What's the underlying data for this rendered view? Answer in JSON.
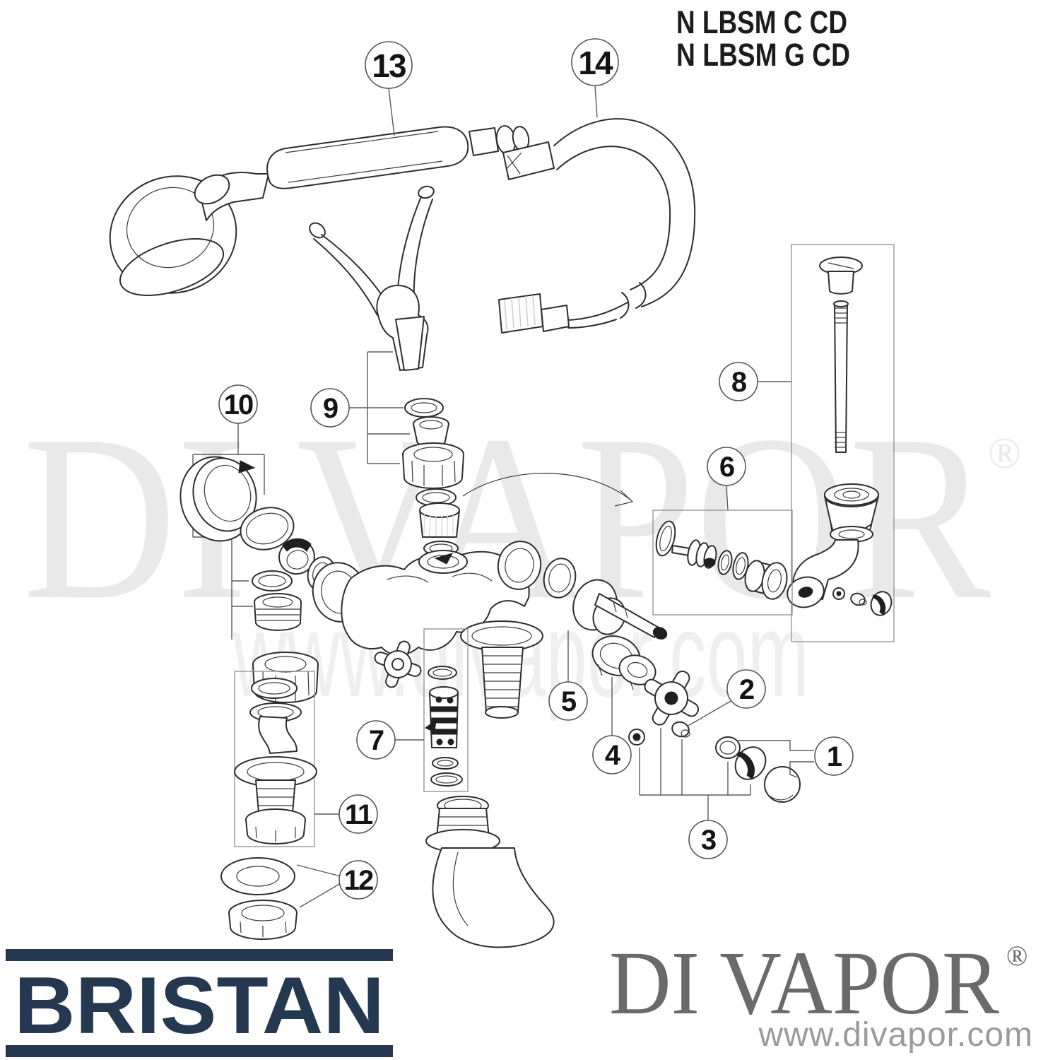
{
  "title": {
    "line1": "N LBSM C CD",
    "line2": "N LBSM G CD"
  },
  "watermark": {
    "brand": "DI VAPOR",
    "mark": "®",
    "site": "www.divapor.com"
  },
  "footer": {
    "bristan": "BRISTAN",
    "divapor": "DI VAPOR",
    "mark": "®",
    "site": "www.divapor.com"
  },
  "colors": {
    "brand_navy": "#243950",
    "line_art": "#2e2e2e",
    "watermark_gray": "#e9e9e9",
    "logo_gray": "#6a6a6a",
    "website_gray": "#9b9b9b"
  },
  "diagram": {
    "type": "exploded-parts-diagram",
    "product": "bath shower mixer",
    "part_numbers_shown": [
      "1",
      "2",
      "3",
      "4",
      "5",
      "6",
      "7",
      "8",
      "9",
      "10",
      "11",
      "12",
      "13",
      "14"
    ]
  },
  "callouts": [
    {
      "label": "1"
    },
    {
      "label": "2"
    },
    {
      "label": "3"
    },
    {
      "label": "4"
    },
    {
      "label": "5"
    },
    {
      "label": "6"
    },
    {
      "label": "7"
    },
    {
      "label": "8"
    },
    {
      "label": "9"
    },
    {
      "label": "10"
    },
    {
      "label": "11"
    },
    {
      "label": "12"
    },
    {
      "label": "13"
    },
    {
      "label": "14"
    }
  ]
}
